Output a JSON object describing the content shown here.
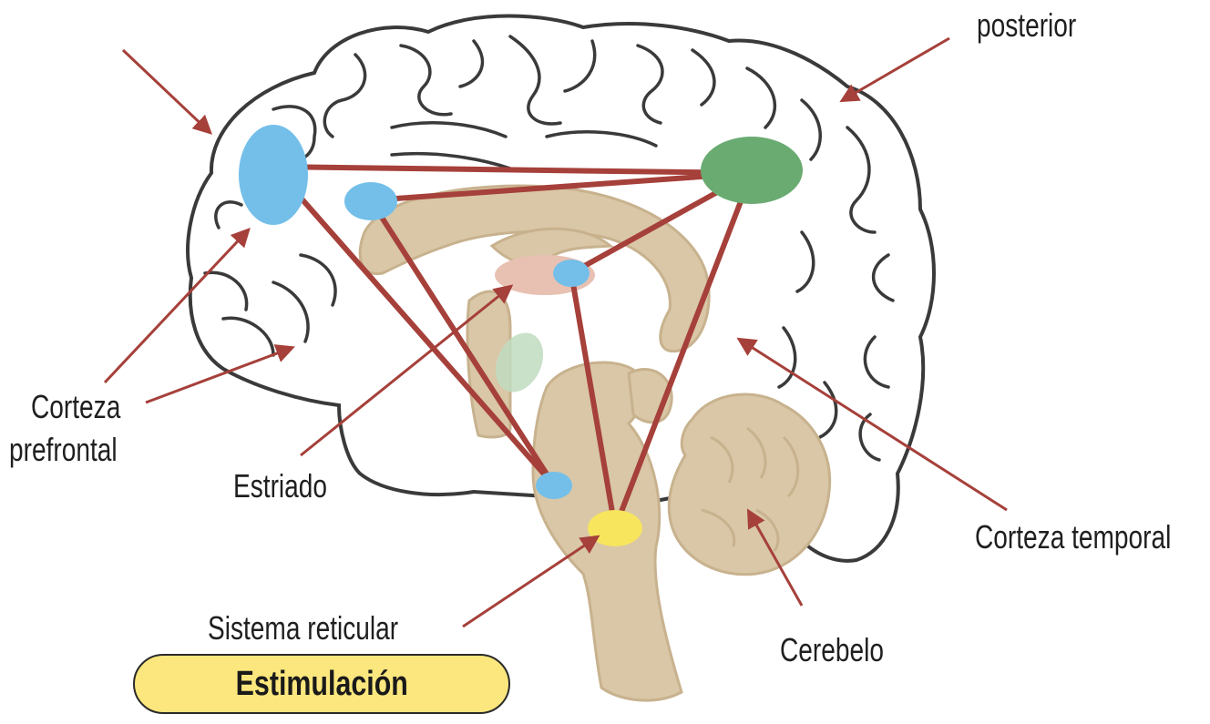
{
  "labels": {
    "posterior": "posterior",
    "corteza_prefrontal_1": "Corteza",
    "corteza_prefrontal_2": "prefrontal",
    "estriado": "Estriado",
    "corteza_temporal": "Corteza temporal",
    "sistema_reticular": "Sistema reticular",
    "cerebelo": "Cerebelo"
  },
  "button": {
    "label": "Estimulación"
  },
  "colors": {
    "outline": "#3a3a3a",
    "brainstem": "#d9c7a7",
    "brainstem_edge": "#c8b28e",
    "connection": "#a6403a",
    "arrow": "#a6403a",
    "node_blue": "#73bfe9",
    "node_green": "#6aab72",
    "node_pink": "#e8c1b3",
    "node_yellow": "#f7e55e",
    "node_lightgreen": "#bfdcbf",
    "button_fill": "#fbe77d"
  },
  "icons": [
    "arrow-icon"
  ]
}
